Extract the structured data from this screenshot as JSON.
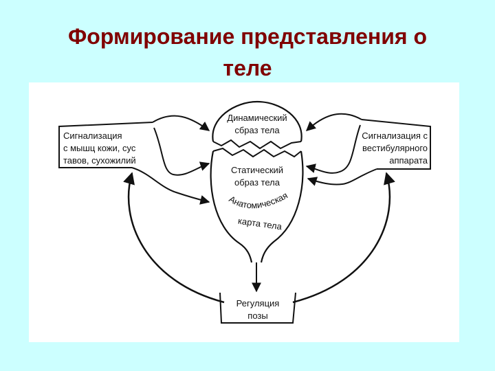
{
  "slide": {
    "title_line1": "Формирование представления о",
    "title_line2": "теле"
  },
  "diagram": {
    "left_box": [
      "Сигнализация",
      "с мышц кожи, сус",
      "тавов, сухожилий"
    ],
    "right_box": [
      "Сигнализация с",
      "вестибулярного",
      "аппарата"
    ],
    "dynamic_image": [
      "Динамический",
      "сбраз тела"
    ],
    "static_image": [
      "Статический",
      "образ тела"
    ],
    "anatomic_map_arc": "Анатомическая",
    "anatomic_map_line2": "карта тела",
    "posture_box": [
      "Регуляция",
      "позы"
    ],
    "colors": {
      "background": "#ccffff",
      "title": "#800000",
      "ink": "#111111",
      "panel": "#ffffff"
    }
  }
}
